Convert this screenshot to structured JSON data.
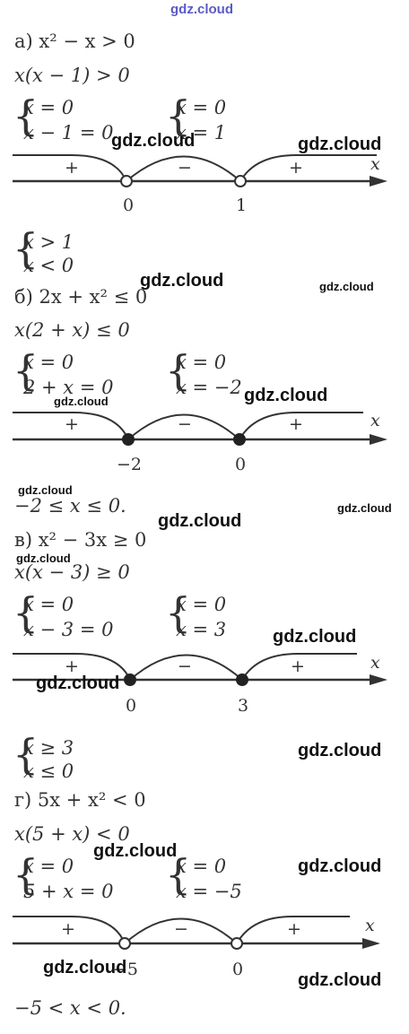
{
  "site_mark": "gdz.cloud",
  "parts": [
    {
      "heading": "а) x² − x > 0",
      "factored": "x(x − 1) > 0",
      "system_left": [
        "x = 0",
        "x − 1 = 0"
      ],
      "system_right": [
        "x = 0",
        "x = 1"
      ],
      "signs": [
        "+",
        "−",
        "+"
      ],
      "points": [
        "0",
        "1"
      ],
      "filled": false,
      "axis_var": "x",
      "answer": [
        "x > 1",
        "x < 0"
      ]
    },
    {
      "heading": "б) 2x + x² ≤ 0",
      "factored": "x(2 + x) ≤ 0",
      "system_left": [
        "x = 0",
        "2 + x = 0"
      ],
      "system_right": [
        "x = 0",
        "x = −2"
      ],
      "signs": [
        "+",
        "−",
        "+"
      ],
      "points": [
        "−2",
        "0"
      ],
      "filled": true,
      "axis_var": "x",
      "answer_line": "−2 ≤ x ≤ 0."
    },
    {
      "heading": "в) x² − 3x ≥ 0",
      "factored": "x(x − 3) ≥ 0",
      "system_left": [
        "x = 0",
        "x − 3 = 0"
      ],
      "system_right": [
        "x = 0",
        "x = 3"
      ],
      "signs": [
        "+",
        "−",
        "+"
      ],
      "points": [
        "0",
        "3"
      ],
      "filled": true,
      "axis_var": "x",
      "answer": [
        "x ≥ 3",
        "x ≤ 0"
      ]
    },
    {
      "heading": "г) 5x + x² < 0",
      "factored": "x(5 + x) < 0",
      "system_left": [
        "x = 0",
        "5 + x = 0"
      ],
      "system_right": [
        "x = 0",
        "x = −5"
      ],
      "signs": [
        "+",
        "−",
        "+"
      ],
      "points": [
        "−5",
        "0"
      ],
      "filled": false,
      "axis_var": "x",
      "answer_line": "−5 < x < 0."
    }
  ]
}
